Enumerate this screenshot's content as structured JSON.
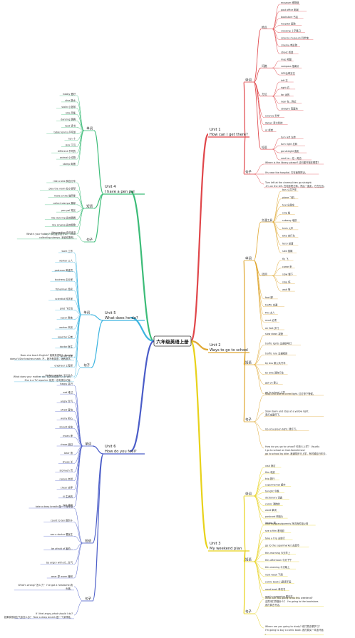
{
  "center": "六年级英语上册",
  "units": [
    {
      "title1": "Unit 1",
      "title2": "How can I get there?",
      "color": "#e0464a",
      "groups": [
        {
          "label": "单词",
          "subs": [
            {
              "label": "地点",
              "items": [
                "museum 博物馆",
                "post office 邮局",
                "bookstore 书店",
                "hospital 医院",
                "crossing 十字路口",
                "science museum 科学馆",
                "cinema 电影院",
                "street 街道"
              ]
            },
            {
              "label": "问路",
              "items": [
                "map 地图",
                "compass 指南针",
                "GPS全球定位"
              ]
            },
            {
              "label": "方位",
              "items": [
                "left 左",
                "right 右",
                "far 远的",
                "near 在...附近",
                "straight 笔直地"
              ]
            },
            {
              "label": "",
              "items": [
                "science 科学",
                "Italian 意大利的",
                "or 或者"
              ]
            },
            {
              "label": "短语",
              "items": [
                "turn left 左转",
                "turn right 右转",
                "go straight 直走",
                "next to... 在...旁边"
              ]
            }
          ]
        },
        {
          "label": "句子",
          "subs": [
            {
              "label": "",
              "items": [
                "Where is the library please? 请问图书馆在哪里？",
                "It's near the hospital. 它在医院附近。",
                "Turn left at the cinema,then go straight.It's on the left. 在电影院左转，然后一直走，它在左边。"
              ]
            }
          ]
        }
      ]
    },
    {
      "title1": "Unit 2",
      "title2": "Ways to go to school",
      "color": "#e0a832",
      "groups": [
        {
          "label": "单词",
          "subs": [
            {
              "label": "交通工具",
              "items": [
                "bus 公共汽车",
                "plane 飞机",
                "taxi 出租车",
                "ship 船",
                "subway 地铁",
                "train 火车",
                "bike 自行车",
                "ferry 轮渡",
                "sled 雪橇"
              ]
            },
            {
              "label": "动词",
              "items": [
                "fly 飞",
                "come 来",
                "slow 慢下",
                "stop 停",
                "wait 等"
              ]
            },
            {
              "label": "",
              "items": [
                "foot 脚",
                "traffic 交通",
                "Mrs 夫人",
                "must 必须",
                "on foot 步行"
              ]
            }
          ]
        },
        {
          "label": "短语",
          "subs": [
            {
              "label": "",
              "items": [
                "slow down 减速",
                "traffic lights 交通信号灯",
                "traffic rule 交通规则",
                "by bus 乘公共汽车",
                "by bike 骑自行车",
                "get on 登上",
                "go to school 上学"
              ]
            }
          ]
        },
        {
          "label": "句子",
          "subs": [
            {
              "label": "",
              "items": [
                "Stop and wait at a red light. 红灯停下等候。",
                "Slow down and stop at a yellow light. 黄灯减速停下。",
                "Go at a green light. 绿灯行。",
                "How do you go to school? 你怎么上学？ Usually I go to school on foot.Sometimes I go to school by bike. 我通常步行上学，有时骑自行车去。"
              ]
            }
          ]
        }
      ]
    },
    {
      "title1": "Unit 3",
      "title2": "My weekend plan",
      "color": "#e8d21a",
      "groups": [
        {
          "label": "单词",
          "subs": [
            {
              "label": "",
              "items": [
                "visit 拜访",
                "film 电影",
                "trip 旅行",
                "supermarket 超市",
                "tonight 今晚",
                "dictionary 词典",
                "comic 滑稽的",
                "word 单词",
                "postcard 明信片",
                "lesson 课"
              ]
            }
          ]
        },
        {
          "label": "短语",
          "subs": [
            {
              "label": "",
              "items": [
                "visit my grandparents 拜访我的祖父母",
                "see a film 看电影",
                "take a trip 去旅行",
                "go to the supermarket 去超市",
                "this morning 今天早上",
                "this afternoon 今天下午",
                "this evening 今天晚上",
                "next week 下周",
                "comic book 儿童连环画",
                "word book 单词书",
                "read a magazine 看杂志"
              ]
            }
          ]
        },
        {
          "label": "句子",
          "subs": [
            {
              "label": "",
              "items": [
                "What are you going to do this weekend? 这周末打算做什么？ I'm going to the bookstore. 我打算去书店。",
                "Where are you going to study? 你打算去哪学习？ I'm going to buy a comic book. 我打算买一本连环画。"
              ]
            }
          ]
        }
      ]
    },
    {
      "title1": "Unit 4",
      "title2": "I have a pen pal",
      "color": "#3cbc78",
      "groups": [
        {
          "label": "单词",
          "subs": [
            {
              "label": "",
              "items": [
                "hobby 爱好",
                "dive 跳水",
                "violin 小提琴",
                "kite 风筝",
                "dancing 跳舞",
                "read 读书",
                "table tennis 乒乓球",
                "ten 十",
                "sink 下沉",
                "different 不同的",
                "animal 小动物",
                "stamp 邮票"
              ]
            }
          ]
        },
        {
          "label": "短语",
          "subs": [
            {
              "label": "",
              "items": [
                "ride a bike 骑自行车",
                "play the violin 拉小提琴",
                "make a kite 做风筝",
                "collect stamps 集邮",
                "pen pal 笔友",
                "like dancing 喜欢跳舞",
                "like singing 喜欢唱歌",
                "like reading 喜欢读书"
              ]
            }
          ]
        },
        {
          "label": "句子",
          "subs": [
            {
              "label": "",
              "items": [
                "What's your hobby? 你的爱好是什么？ I like collecting stamps. 我喜欢集邮。"
              ]
            }
          ]
        }
      ]
    },
    {
      "title1": "Unit 5",
      "title2": "What does he do?",
      "color": "#3cb4e0",
      "groups": [
        {
          "label": "单词",
          "subs": [
            {
              "label": "",
              "items": [
                "work 工作",
                "worker 工人",
                "postman 邮递员",
                "business 企业家",
                "fisherman 渔民",
                "scientist 科学家",
                "pilot 飞行员",
                "coach 教练",
                "worker 商务",
                "reporter 记者",
                "doctor 医生",
                "writer 作家",
                "engineer 工程师",
                "factory worker 工厂工人"
              ]
            }
          ]
        },
        {
          "label": "句子",
          "subs": [
            {
              "label": "",
              "items": [
                "Does she teach English? 她教英语吗？ No,she doesn't.She teaches math. 不，她不教英语，她教数学。",
                "What does your mother do? 你妈妈是做什么工作的？ She is a TV reporter. 她是一名电视台记者。"
              ]
            }
          ]
        }
      ]
    },
    {
      "title1": "Unit 6",
      "title2": "How do you feel?",
      "color": "#4a5cc8",
      "groups": [
        {
          "label": "单词",
          "subs": [
            {
              "label": "",
              "items": [
                "happy 高兴",
                "sad 难过",
                "angry 生气",
                "afraid 害怕",
                "worry 担心",
                "should 应该",
                "mean 卑",
                "chase 追赶",
                "bear 熊",
                "sheep 羊",
                "stomach 胃",
                "nature 自然",
                "cheer 欢呼",
                "ill 生病的",
                "feel 感到"
              ]
            }
          ]
        },
        {
          "label": "短语",
          "subs": [
            {
              "label": "",
              "items": [
                "take a deep breath 做一个深呼吸",
                "count to ten 数到十",
                "see a doctor 看医生",
                "be afraid of 害怕…",
                "be angry with 对…生气",
                "wear 穿 warm 暖和"
              ]
            }
          ]
        },
        {
          "label": "句子",
          "subs": [
            {
              "label": "",
              "items": [
                "What's wrong? 怎么了？ I've got a headache.我头痛。",
                "If I feel angry,what should I do? 如果我感到生气该怎么办？ Take a deep breath 做一个深呼吸。"
              ]
            }
          ]
        }
      ]
    }
  ]
}
